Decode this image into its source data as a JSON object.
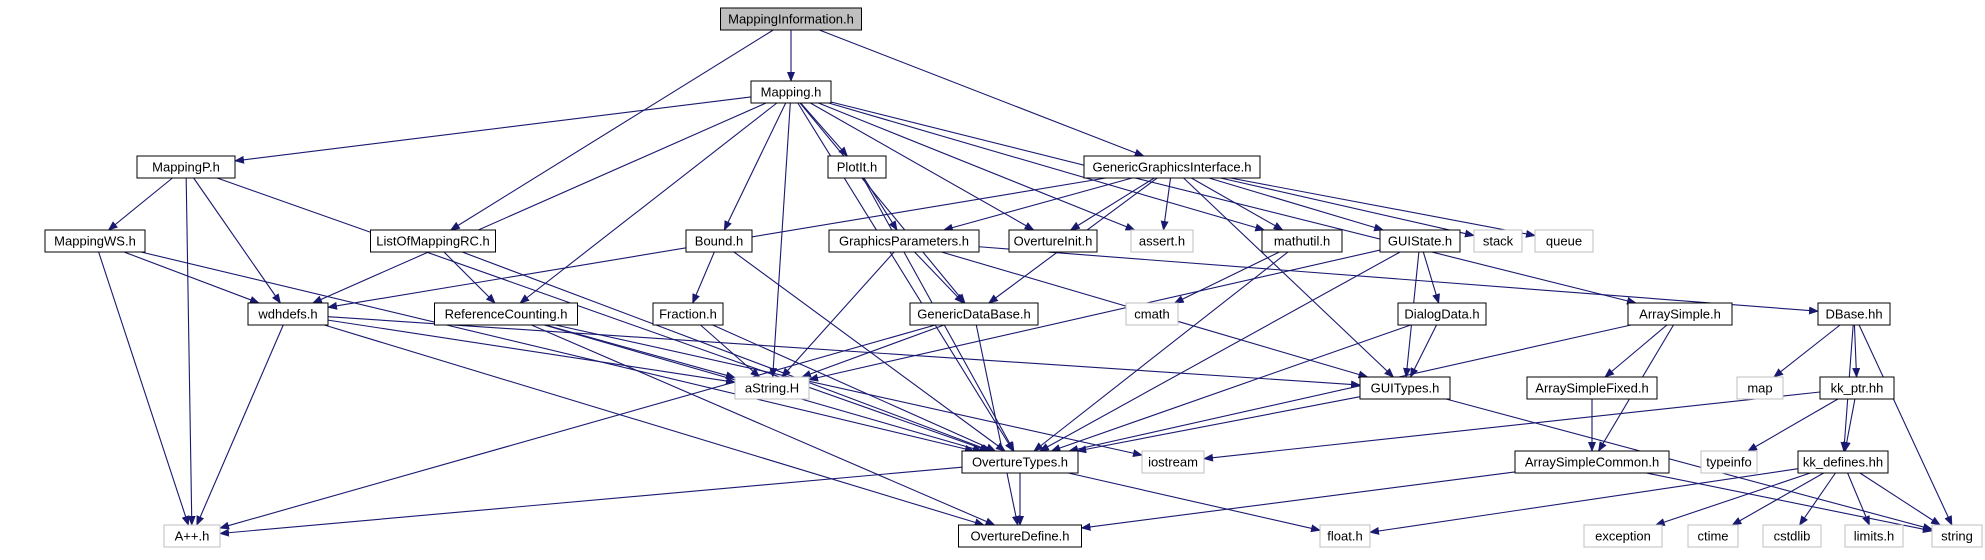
{
  "diagram": {
    "type": "include-dependency-graph",
    "edge_color": "#191970",
    "main_fill": "#bfbfbf",
    "ext_stroke": "#bfbfbf",
    "nodes": [
      {
        "id": "mappinginfo",
        "label": "MappingInformation.h",
        "kind": "main"
      },
      {
        "id": "mapping",
        "label": "Mapping.h",
        "kind": "local"
      },
      {
        "id": "listofmappingrc",
        "label": "ListOfMappingRC.h",
        "kind": "local"
      },
      {
        "id": "ggi",
        "label": "GenericGraphicsInterface.h",
        "kind": "local"
      },
      {
        "id": "mappingp",
        "label": "MappingP.h",
        "kind": "local"
      },
      {
        "id": "plotit",
        "label": "PlotIt.h",
        "kind": "local"
      },
      {
        "id": "mappingws",
        "label": "MappingWS.h",
        "kind": "local"
      },
      {
        "id": "bound",
        "label": "Bound.h",
        "kind": "local"
      },
      {
        "id": "graphicsparams",
        "label": "GraphicsParameters.h",
        "kind": "local"
      },
      {
        "id": "overtureinit",
        "label": "OvertureInit.h",
        "kind": "local"
      },
      {
        "id": "assert",
        "label": "assert.h",
        "kind": "ext"
      },
      {
        "id": "mathutil",
        "label": "mathutil.h",
        "kind": "local"
      },
      {
        "id": "guistate",
        "label": "GUIState.h",
        "kind": "local"
      },
      {
        "id": "stack",
        "label": "stack",
        "kind": "ext"
      },
      {
        "id": "queue",
        "label": "queue",
        "kind": "ext"
      },
      {
        "id": "wdhdefs",
        "label": "wdhdefs.h",
        "kind": "local"
      },
      {
        "id": "refcounting",
        "label": "ReferenceCounting.h",
        "kind": "local"
      },
      {
        "id": "fraction",
        "label": "Fraction.h",
        "kind": "local"
      },
      {
        "id": "genericdatabase",
        "label": "GenericDataBase.h",
        "kind": "local"
      },
      {
        "id": "cmath",
        "label": "cmath",
        "kind": "ext"
      },
      {
        "id": "dialogdata",
        "label": "DialogData.h",
        "kind": "local"
      },
      {
        "id": "arraysimple",
        "label": "ArraySimple.h",
        "kind": "local"
      },
      {
        "id": "dbase",
        "label": "DBase.hh",
        "kind": "local"
      },
      {
        "id": "astring",
        "label": "aString.H",
        "kind": "ext"
      },
      {
        "id": "guitypes",
        "label": "GUITypes.h",
        "kind": "local"
      },
      {
        "id": "arraysimplefixed",
        "label": "ArraySimpleFixed.h",
        "kind": "local"
      },
      {
        "id": "map",
        "label": "map",
        "kind": "ext"
      },
      {
        "id": "kkptr",
        "label": "kk_ptr.hh",
        "kind": "local"
      },
      {
        "id": "overturetypes",
        "label": "OvertureTypes.h",
        "kind": "local"
      },
      {
        "id": "iostream",
        "label": "iostream",
        "kind": "ext"
      },
      {
        "id": "arraysimplecommon",
        "label": "ArraySimpleCommon.h",
        "kind": "local"
      },
      {
        "id": "typeinfo",
        "label": "typeinfo",
        "kind": "ext"
      },
      {
        "id": "kkdefines",
        "label": "kk_defines.hh",
        "kind": "local"
      },
      {
        "id": "app",
        "label": "A++.h",
        "kind": "ext"
      },
      {
        "id": "overturedefine",
        "label": "OvertureDefine.h",
        "kind": "local"
      },
      {
        "id": "float",
        "label": "float.h",
        "kind": "ext"
      },
      {
        "id": "exception",
        "label": "exception",
        "kind": "ext"
      },
      {
        "id": "ctime",
        "label": "ctime",
        "kind": "ext"
      },
      {
        "id": "cstdlib",
        "label": "cstdlib",
        "kind": "ext"
      },
      {
        "id": "limits",
        "label": "limits.h",
        "kind": "ext"
      },
      {
        "id": "string",
        "label": "string",
        "kind": "ext"
      }
    ],
    "edges": [
      [
        "mappinginfo",
        "mapping"
      ],
      [
        "mappinginfo",
        "listofmappingrc"
      ],
      [
        "mappinginfo",
        "ggi"
      ],
      [
        "mapping",
        "mappingp"
      ],
      [
        "mapping",
        "plotit"
      ],
      [
        "mapping",
        "wdhdefs"
      ],
      [
        "mapping",
        "refcounting"
      ],
      [
        "mapping",
        "bound"
      ],
      [
        "mapping",
        "overturetypes"
      ],
      [
        "mapping",
        "astring"
      ],
      [
        "mapping",
        "genericdatabase"
      ],
      [
        "mapping",
        "overtureinit"
      ],
      [
        "mapping",
        "assert"
      ],
      [
        "mapping",
        "mathutil"
      ],
      [
        "mapping",
        "arraysimple"
      ],
      [
        "mappingp",
        "mappingws"
      ],
      [
        "mappingp",
        "wdhdefs"
      ],
      [
        "mappingp",
        "overturetypes"
      ],
      [
        "mappingp",
        "app"
      ],
      [
        "mappingws",
        "wdhdefs"
      ],
      [
        "mappingws",
        "overturetypes"
      ],
      [
        "mappingws",
        "app"
      ],
      [
        "plotit",
        "graphicsparams"
      ],
      [
        "plotit",
        "overturetypes"
      ],
      [
        "ggi",
        "graphicsparams"
      ],
      [
        "ggi",
        "overtureinit"
      ],
      [
        "ggi",
        "assert"
      ],
      [
        "ggi",
        "mathutil"
      ],
      [
        "ggi",
        "guistate"
      ],
      [
        "ggi",
        "stack"
      ],
      [
        "ggi",
        "queue"
      ],
      [
        "ggi",
        "genericdatabase"
      ],
      [
        "ggi",
        "guitypes"
      ],
      [
        "ggi",
        "wdhdefs"
      ],
      [
        "listofmappingrc",
        "refcounting"
      ],
      [
        "listofmappingrc",
        "overturetypes"
      ],
      [
        "wdhdefs",
        "astring"
      ],
      [
        "wdhdefs",
        "guitypes"
      ],
      [
        "wdhdefs",
        "app"
      ],
      [
        "wdhdefs",
        "overturedefine"
      ],
      [
        "refcounting",
        "astring"
      ],
      [
        "refcounting",
        "overturetypes"
      ],
      [
        "refcounting",
        "iostream"
      ],
      [
        "refcounting",
        "overturedefine"
      ],
      [
        "bound",
        "fraction"
      ],
      [
        "bound",
        "overturetypes"
      ],
      [
        "fraction",
        "astring"
      ],
      [
        "fraction",
        "overturetypes"
      ],
      [
        "graphicsparams",
        "genericdatabase"
      ],
      [
        "graphicsparams",
        "astring"
      ],
      [
        "graphicsparams",
        "guitypes"
      ],
      [
        "graphicsparams",
        "dbase"
      ],
      [
        "genericdatabase",
        "astring"
      ],
      [
        "genericdatabase",
        "app"
      ],
      [
        "genericdatabase",
        "overturedefine"
      ],
      [
        "mathutil",
        "cmath"
      ],
      [
        "mathutil",
        "overturetypes"
      ],
      [
        "guistate",
        "dialogdata"
      ],
      [
        "guistate",
        "guitypes"
      ],
      [
        "guistate",
        "astring"
      ],
      [
        "guistate",
        "overturetypes"
      ],
      [
        "dialogdata",
        "guitypes"
      ],
      [
        "dialogdata",
        "overturetypes"
      ],
      [
        "guitypes",
        "overturetypes"
      ],
      [
        "guitypes",
        "string"
      ],
      [
        "arraysimple",
        "arraysimplefixed"
      ],
      [
        "arraysimple",
        "arraysimplecommon"
      ],
      [
        "arraysimple",
        "overturetypes"
      ],
      [
        "arraysimplefixed",
        "arraysimplecommon"
      ],
      [
        "arraysimplecommon",
        "overturedefine"
      ],
      [
        "arraysimplecommon",
        "string"
      ],
      [
        "dbase",
        "map"
      ],
      [
        "dbase",
        "kkptr"
      ],
      [
        "dbase",
        "kkdefines"
      ],
      [
        "dbase",
        "string"
      ],
      [
        "kkptr",
        "typeinfo"
      ],
      [
        "kkptr",
        "kkdefines"
      ],
      [
        "kkptr",
        "iostream"
      ],
      [
        "kkdefines",
        "exception"
      ],
      [
        "kkdefines",
        "ctime"
      ],
      [
        "kkdefines",
        "cstdlib"
      ],
      [
        "kkdefines",
        "limits"
      ],
      [
        "kkdefines",
        "string"
      ],
      [
        "kkdefines",
        "float"
      ],
      [
        "overturetypes",
        "app"
      ],
      [
        "overturetypes",
        "overturedefine"
      ],
      [
        "overturetypes",
        "float"
      ]
    ]
  }
}
